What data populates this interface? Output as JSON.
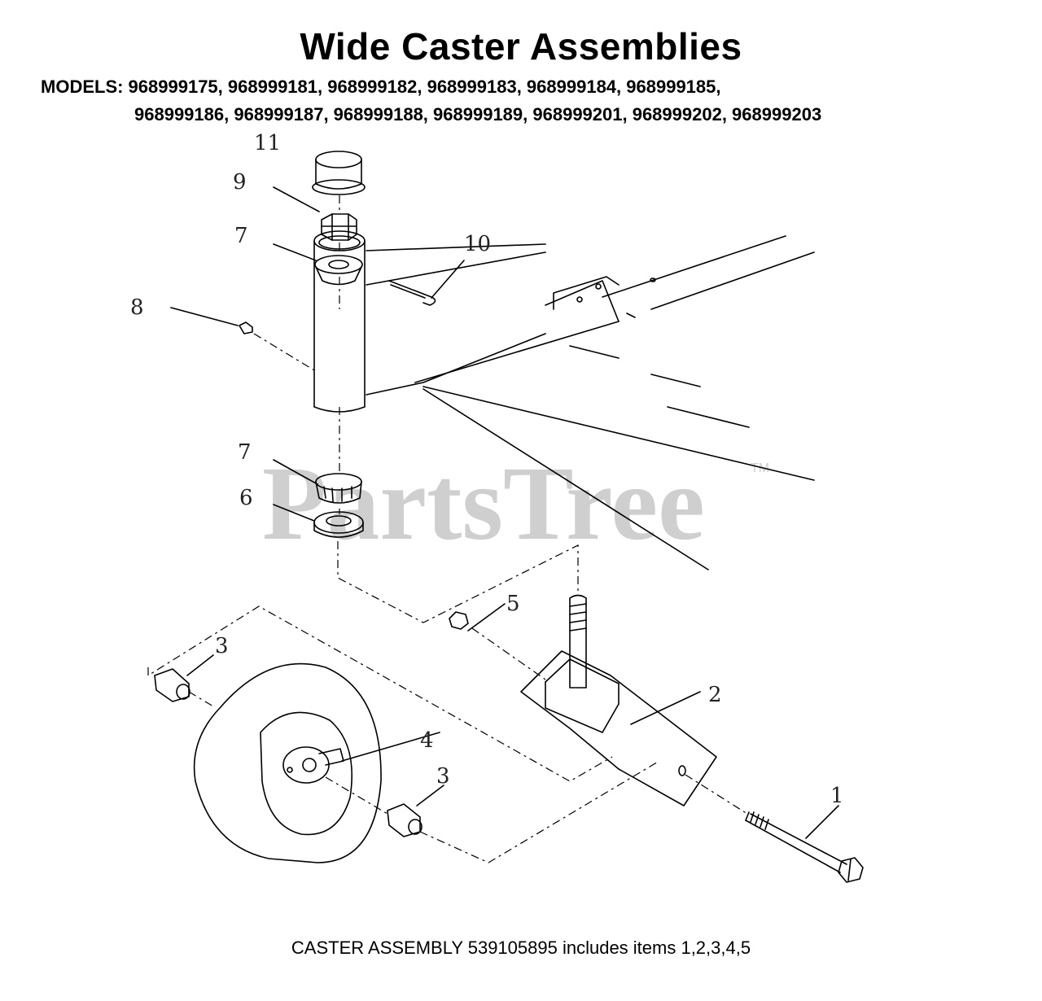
{
  "title": "Wide Caster Assemblies",
  "models_line1": "MODELS: 968999175, 968999181, 968999182, 968999183, 968999184, 968999185,",
  "models_line2": "968999186, 968999187,  968999188, 968999189, 968999201, 968999202, 968999203",
  "watermark": "PartsTree",
  "watermark_tm": "TM",
  "callouts": {
    "c1": "1",
    "c2": "2",
    "c3a": "3",
    "c3b": "3",
    "c4": "4",
    "c5": "5",
    "c6": "6",
    "c7a": "7",
    "c7b": "7",
    "c8": "8",
    "c9": "9",
    "c10": "10",
    "c11": "11"
  },
  "footer": "CASTER ASSEMBLY 539105895 includes items 1,2,3,4,5"
}
